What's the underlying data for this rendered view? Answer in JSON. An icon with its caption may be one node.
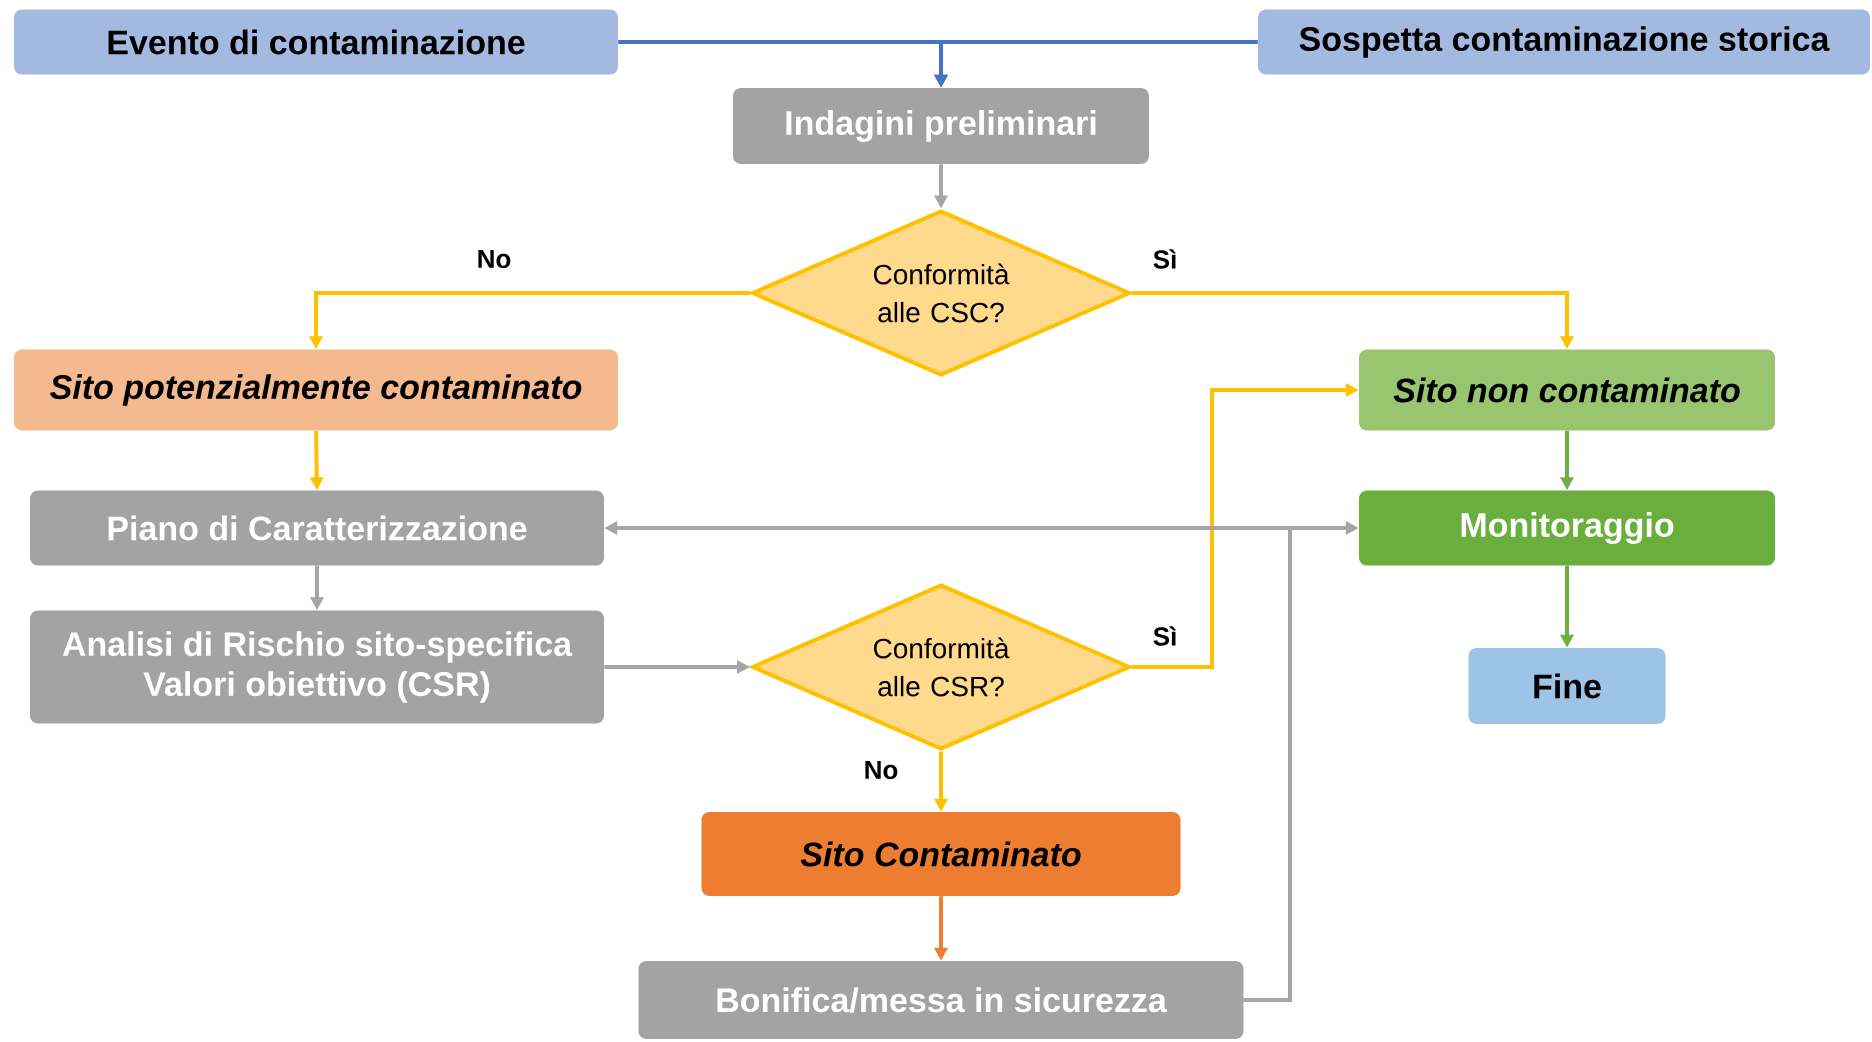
{
  "diagram": {
    "nodes": [
      {
        "text": [
          "Evento di contaminazione"
        ]
      },
      {
        "text": [
          "Sospetta contaminazione storica"
        ]
      },
      {
        "text": [
          "Indagini preliminari"
        ]
      },
      {
        "text": [
          "Conformità alle CSC?"
        ]
      },
      {
        "text": [
          "Sito potenzialmente contaminato"
        ]
      },
      {
        "text": [
          "Sito non contaminato"
        ]
      },
      {
        "text": [
          "Piano di Caratterizzazione"
        ]
      },
      {
        "text": [
          "Monitoraggio"
        ]
      },
      {
        "text": [
          "Analisi di Rischio sito-specifica",
          "Valori obiettivo (CSR)"
        ]
      },
      {
        "text": [
          "Conformità alle CSR?"
        ]
      },
      {
        "text": [
          "Fine"
        ]
      },
      {
        "text": [
          "Sito Contaminato"
        ]
      },
      {
        "text": [
          "Bonifica/messa in sicurezza"
        ]
      }
    ],
    "edges": [
      {
        "from": 0,
        "to": 2,
        "arrow": "to",
        "color": "#4472c4"
      },
      {
        "from": 1,
        "to": 2,
        "arrow": "to",
        "color": "#4472c4"
      },
      {
        "from": 2,
        "to": 3,
        "arrow": "to",
        "color": "#a5a5a5"
      },
      {
        "from": 3,
        "to": 4,
        "arrow": "to",
        "label": "No",
        "color": "#ffc000"
      },
      {
        "from": 3,
        "to": 5,
        "arrow": "to",
        "label": "Sì",
        "color": "#ffc000"
      },
      {
        "from": 4,
        "to": 6,
        "arrow": "to",
        "color": "#ffc000"
      },
      {
        "from": 5,
        "to": 7,
        "arrow": "to",
        "color": "#70ad47"
      },
      {
        "from": 7,
        "to": 10,
        "arrow": "to",
        "color": "#70ad47"
      },
      {
        "from": 6,
        "to": 8,
        "arrow": "to",
        "color": "#a5a5a5"
      },
      {
        "from": 8,
        "to": 9,
        "arrow": "to",
        "color": "#a5a5a5"
      },
      {
        "from": 9,
        "to": 5,
        "arrow": "to",
        "label": "Sì",
        "color": "#ffc000"
      },
      {
        "from": 9,
        "to": 11,
        "arrow": "to",
        "label": "No",
        "color": "#ffc000"
      },
      {
        "from": 11,
        "to": 12,
        "arrow": "to",
        "color": "#ed7d31"
      },
      {
        "from": 12,
        "to": 6,
        "arrow": "to",
        "color": "#a5a5a5"
      },
      {
        "from": 12,
        "to": 7,
        "arrow": "to",
        "color": "#a5a5a5"
      }
    ]
  }
}
